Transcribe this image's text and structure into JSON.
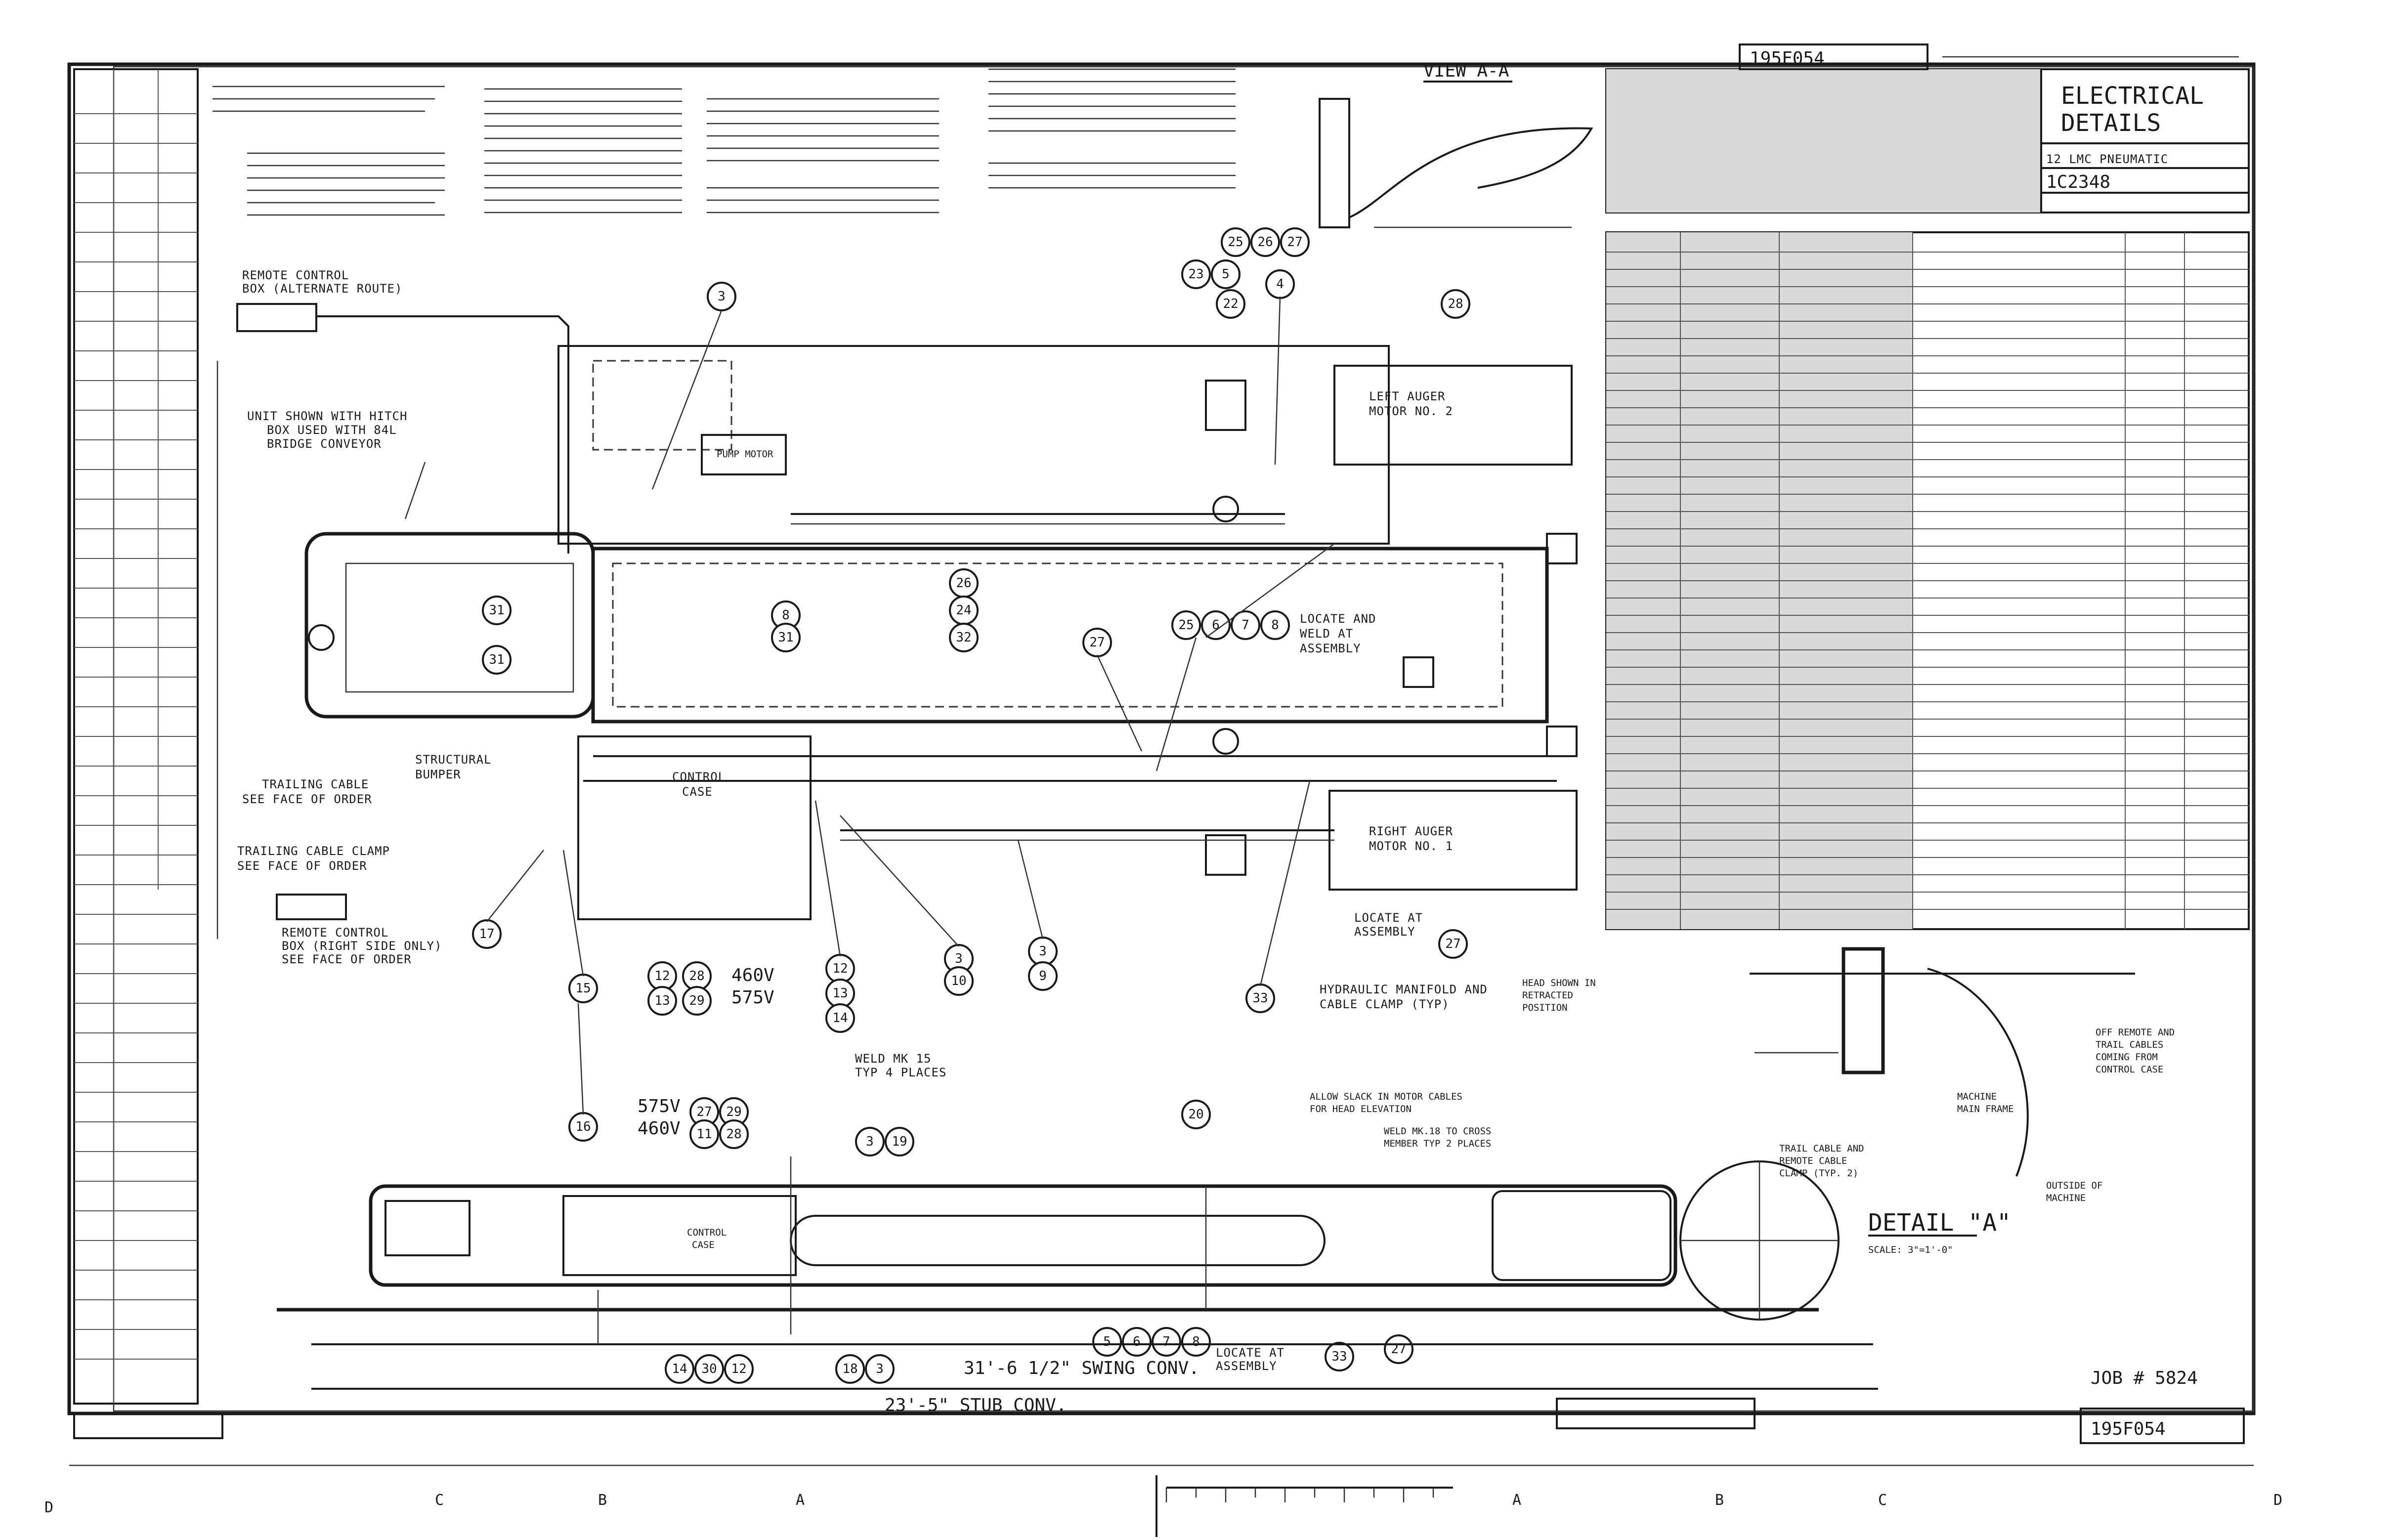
{
  "title_block": {
    "drawing_title": "ELECTRICAL",
    "drawing_subtitle": "DETAILS",
    "machine": "12 LMC PNEUMATIC",
    "drawing_no": "1C2348",
    "top_number": "195F054",
    "job": "JOB # 5824",
    "bottom_number": "195F054"
  },
  "views": {
    "view_aa": "VIEW A-A",
    "detail_a": "DETAIL \"A\"",
    "detail_a_scale": "SCALE: 3\"=1'-0\""
  },
  "labels": {
    "remote_control_top": "REMOTE CONTROL",
    "remote_control_top_2": "BOX (ALTERNATE ROUTE)",
    "unit_shown": "UNIT SHOWN WITH HITCH",
    "unit_shown_2": "BOX USED WITH 84L",
    "unit_shown_3": "BRIDGE CONVEYOR",
    "pump_motor": "PUMP MOTOR",
    "left_auger": "LEFT AUGER",
    "left_auger_2": "MOTOR NO. 2",
    "right_auger": "RIGHT AUGER",
    "right_auger_2": "MOTOR NO. 1",
    "locate_weld": "LOCATE AND",
    "locate_weld_2": "WELD AT",
    "locate_weld_3": "ASSEMBLY",
    "locate_at": "LOCATE AT",
    "locate_at_2": "ASSEMBLY",
    "trailing_cable": "TRAILING CABLE",
    "trailing_cable_2": "SEE FACE OF ORDER",
    "trailing_cable_clamp": "TRAILING CABLE CLAMP",
    "trailing_cable_clamp_2": "SEE FACE OF ORDER",
    "structural_bumper": "STRUCTURAL",
    "structural_bumper_2": "BUMPER",
    "control_case": "CONTROL",
    "control_case_2": "CASE",
    "remote_control_box": "REMOTE CONTROL",
    "remote_control_box_2": "BOX (RIGHT SIDE ONLY)",
    "remote_control_box_3": "SEE FACE OF ORDER",
    "hydraulic_manifold": "HYDRAULIC MANIFOLD AND",
    "hydraulic_manifold_2": "CABLE CLAMP (TYP)",
    "head_shown": "HEAD SHOWN IN",
    "head_shown_2": "RETRACTED",
    "head_shown_3": "POSITION",
    "weld_mk15": "WELD MK 15",
    "weld_mk15_2": "TYP 4 PLACES",
    "allow_slack": "ALLOW SLACK IN MOTOR CABLES",
    "allow_slack_2": "FOR HEAD ELEVATION",
    "weld_mk": "WELD MK.18 TO CROSS",
    "weld_mk_2": "MEMBER TYP 2 PLACES",
    "v460": "460V",
    "v575": "575V",
    "v575b": "575V",
    "v460b": "460V",
    "swing_conv": "31'-6 1/2\" SWING CONV.",
    "stub_conv": "23'-5\" STUB CONV.",
    "machine_main_frame": "MACHINE",
    "machine_main_frame_2": "MAIN FRAME",
    "outside_machine": "OUTSIDE OF",
    "outside_machine_2": "MACHINE",
    "trail_cable_remote": "TRAIL CABLE AND",
    "trail_cable_remote_2": "REMOTE CABLE",
    "trail_cable_remote_3": "CLAMP (TYP. 2)",
    "off_remote": "OFF REMOTE AND",
    "off_remote_2": "TRAIL CABLES",
    "off_remote_3": "COMING FROM",
    "off_remote_4": "CONTROL CASE"
  },
  "zones_bottom": [
    "D",
    "C",
    "B",
    "A",
    "A",
    "B",
    "C",
    "D"
  ]
}
